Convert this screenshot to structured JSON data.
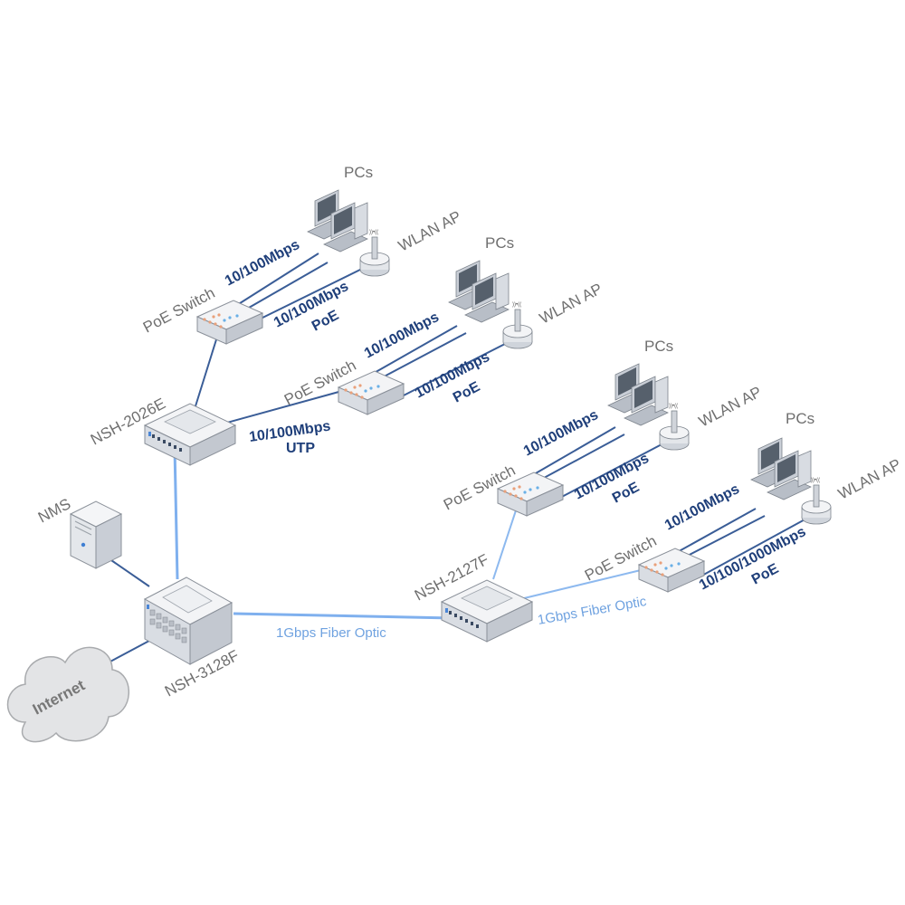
{
  "nodes": {
    "core_switch": "NSH-3128F",
    "dist_switch_left": "NSH-2026E",
    "dist_switch_right": "NSH-2127F",
    "nms": "NMS",
    "internet": "Internet",
    "poe_switch_label": "PoE Switch",
    "pcs_label": "PCs",
    "wlan_label": "WLAN AP"
  },
  "links": {
    "fiber_main": "1Gbps Fiber Optic",
    "fiber_branch": "1Gbps Fiber Optic",
    "utp_speed": "10/100Mbps",
    "utp_type": "UTP",
    "pc_speed": "10/100Mbps",
    "ap_speed": "10/100Mbps",
    "poe": "PoE",
    "gig_speed": "10/100/1000Mbps"
  },
  "colors": {
    "copper_link": "#3a5d97",
    "fiber_link": "#7fb0ee",
    "speed_text": "#1f3f7a",
    "label_text": "#6f6f6f"
  }
}
